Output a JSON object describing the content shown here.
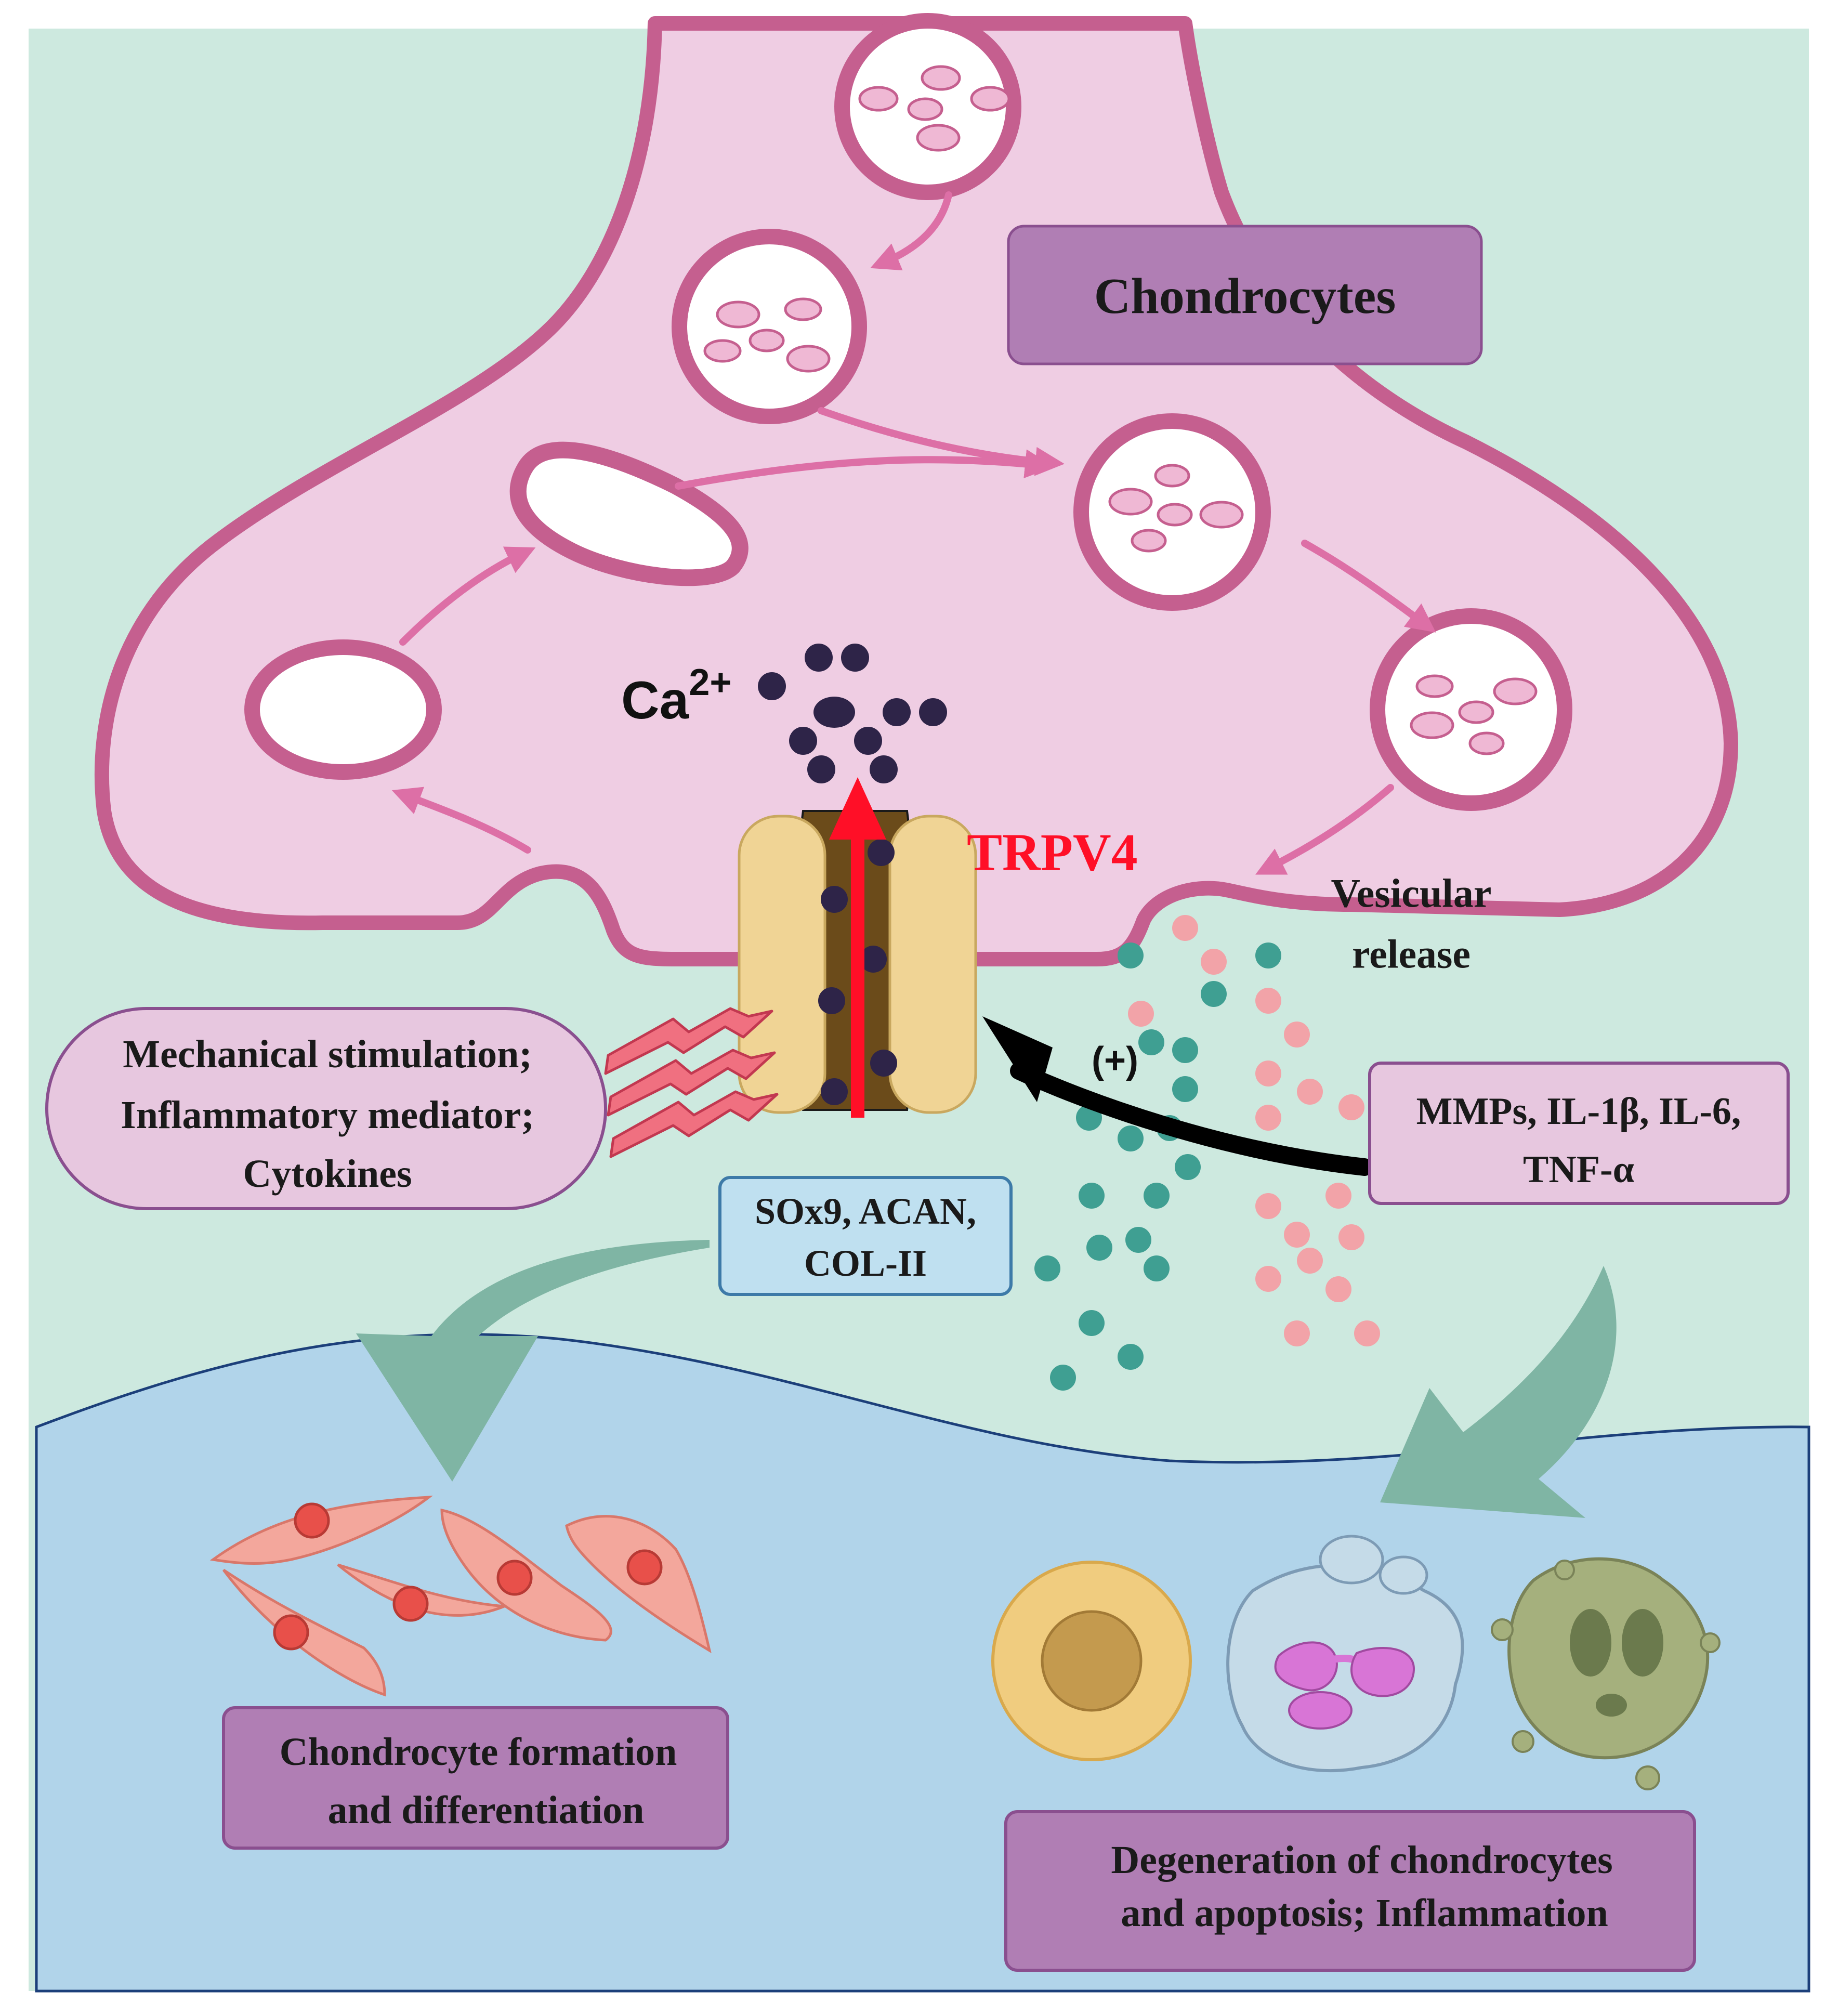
{
  "colors": {
    "background_mint": "#cde9df",
    "background_blue": "#b1d4ea",
    "cell_fill": "#efcde3",
    "cell_membrane": "#c55f8f",
    "label_box_purple": "#b07eb4",
    "label_box_light": "#e7c7df",
    "blue_box": "#bfe0f0",
    "trpv4_red": "#ff0f27",
    "calcium_dot": "#2e2448",
    "teal_dot": "#3f9f92",
    "pink_dot": "#f2a3a8",
    "big_arrow": "#7fb5a4",
    "fibroblast": "#f3a79c"
  },
  "labels": {
    "chondrocytes": "Chondrocytes",
    "calcium_base": "Ca",
    "calcium_sup": "2+",
    "trpv4": "TRPV4",
    "vesicular_line1": "Vesicular",
    "vesicular_line2": "release",
    "stimuli_line1": "Mechanical stimulation;",
    "stimuli_line2": "Inflammatory mediator;",
    "stimuli_line3": "Cytokines",
    "plus": "(+)",
    "mediators_line1": "MMPs, IL-1β, IL-6,",
    "mediators_line2": "TNF-α",
    "markers_line1": "SOx9, ACAN,",
    "markers_line2": "COL-II",
    "formation_line1": "Chondrocyte formation",
    "formation_line2": "and differentiation",
    "degeneration_line1": "Degeneration of chondrocytes",
    "degeneration_line2": "and apoptosis; Inflammation"
  },
  "icons": {
    "vesicle": "vesicle-icon",
    "ion_channel": "ion-channel-icon",
    "lightning": "lightning-bolt-icon",
    "chondrocyte_spindle": "spindle-cell-icon",
    "healthy_cell": "round-cell-icon",
    "apoptotic_cell": "apoptotic-cell-icon",
    "necrotic_cell": "necrotic-cell-icon"
  }
}
